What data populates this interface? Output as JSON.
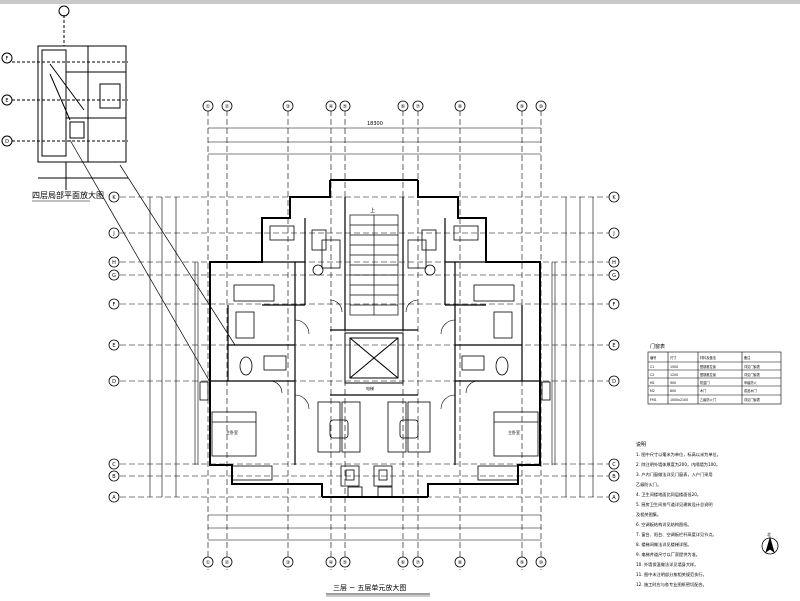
{
  "drawing": {
    "main_title": "三层 ~ 五层单元放大图",
    "inset_title": "四层局部平面放大图",
    "overall_dimension": "18300",
    "north_mark": "北"
  },
  "axes": {
    "top": [
      "①",
      "②",
      "③",
      "④",
      "⑤",
      "⑥",
      "⑦",
      "⑧",
      "⑨",
      "⑩",
      "⑪"
    ],
    "left": [
      "K",
      "J",
      "H",
      "G",
      "F",
      "E",
      "D",
      "C",
      "B",
      "A"
    ],
    "inset": [
      "F",
      "E",
      "D"
    ]
  },
  "rooms": {
    "left_bedroom": "主卧室",
    "right_bedroom": "主卧室",
    "stair_note": "上",
    "elevator": "电梯"
  },
  "door_window_table": {
    "title": "门窗表",
    "headers": [
      "编号",
      "尺寸",
      "材料及做法",
      "备注"
    ],
    "rows": [
      [
        "C1",
        "1500",
        "塑钢推拉窗",
        "详见门窗表"
      ],
      [
        "C2",
        "1200",
        "塑钢推拉窗",
        "详见门窗表"
      ],
      [
        "M1",
        "900",
        "防盗门",
        "甲级防火"
      ],
      [
        "M2",
        "800",
        "木门",
        "成品木门"
      ],
      [
        "FM1",
        "1000x2100",
        "乙级防火门",
        "详见门窗表"
      ]
    ]
  },
  "notes": {
    "title": "说明",
    "items": [
      "1. 图中尺寸以毫米为单位，标高以米为单位。",
      "2. 除注明外墙体厚度为200，内隔墙为100。",
      "3. 户内门窗做法详见门窗表，入户门采用",
      "   乙级防火门。",
      "4. 卫生间楼地面比同层楼面低20。",
      "5. 厨房卫生间排气道详见建筑设计总说明",
      "   及相关图集。",
      "6. 空调板结构详见结构图纸。",
      "7. 窗台、阳台、空调板栏杆高度详见节点。",
      "8. 楼梯间做法详见楼梯详图。",
      "9. 电梯井道尺寸以厂家提供为准。",
      "10. 外墙保温做法详见墙身大样。",
      "11. 图中未注明部分按相关规范执行。",
      "12. 施工时应与各专业图纸密切配合。"
    ]
  },
  "colors": {
    "line": "#000000",
    "accent": "#c9c9c9"
  }
}
